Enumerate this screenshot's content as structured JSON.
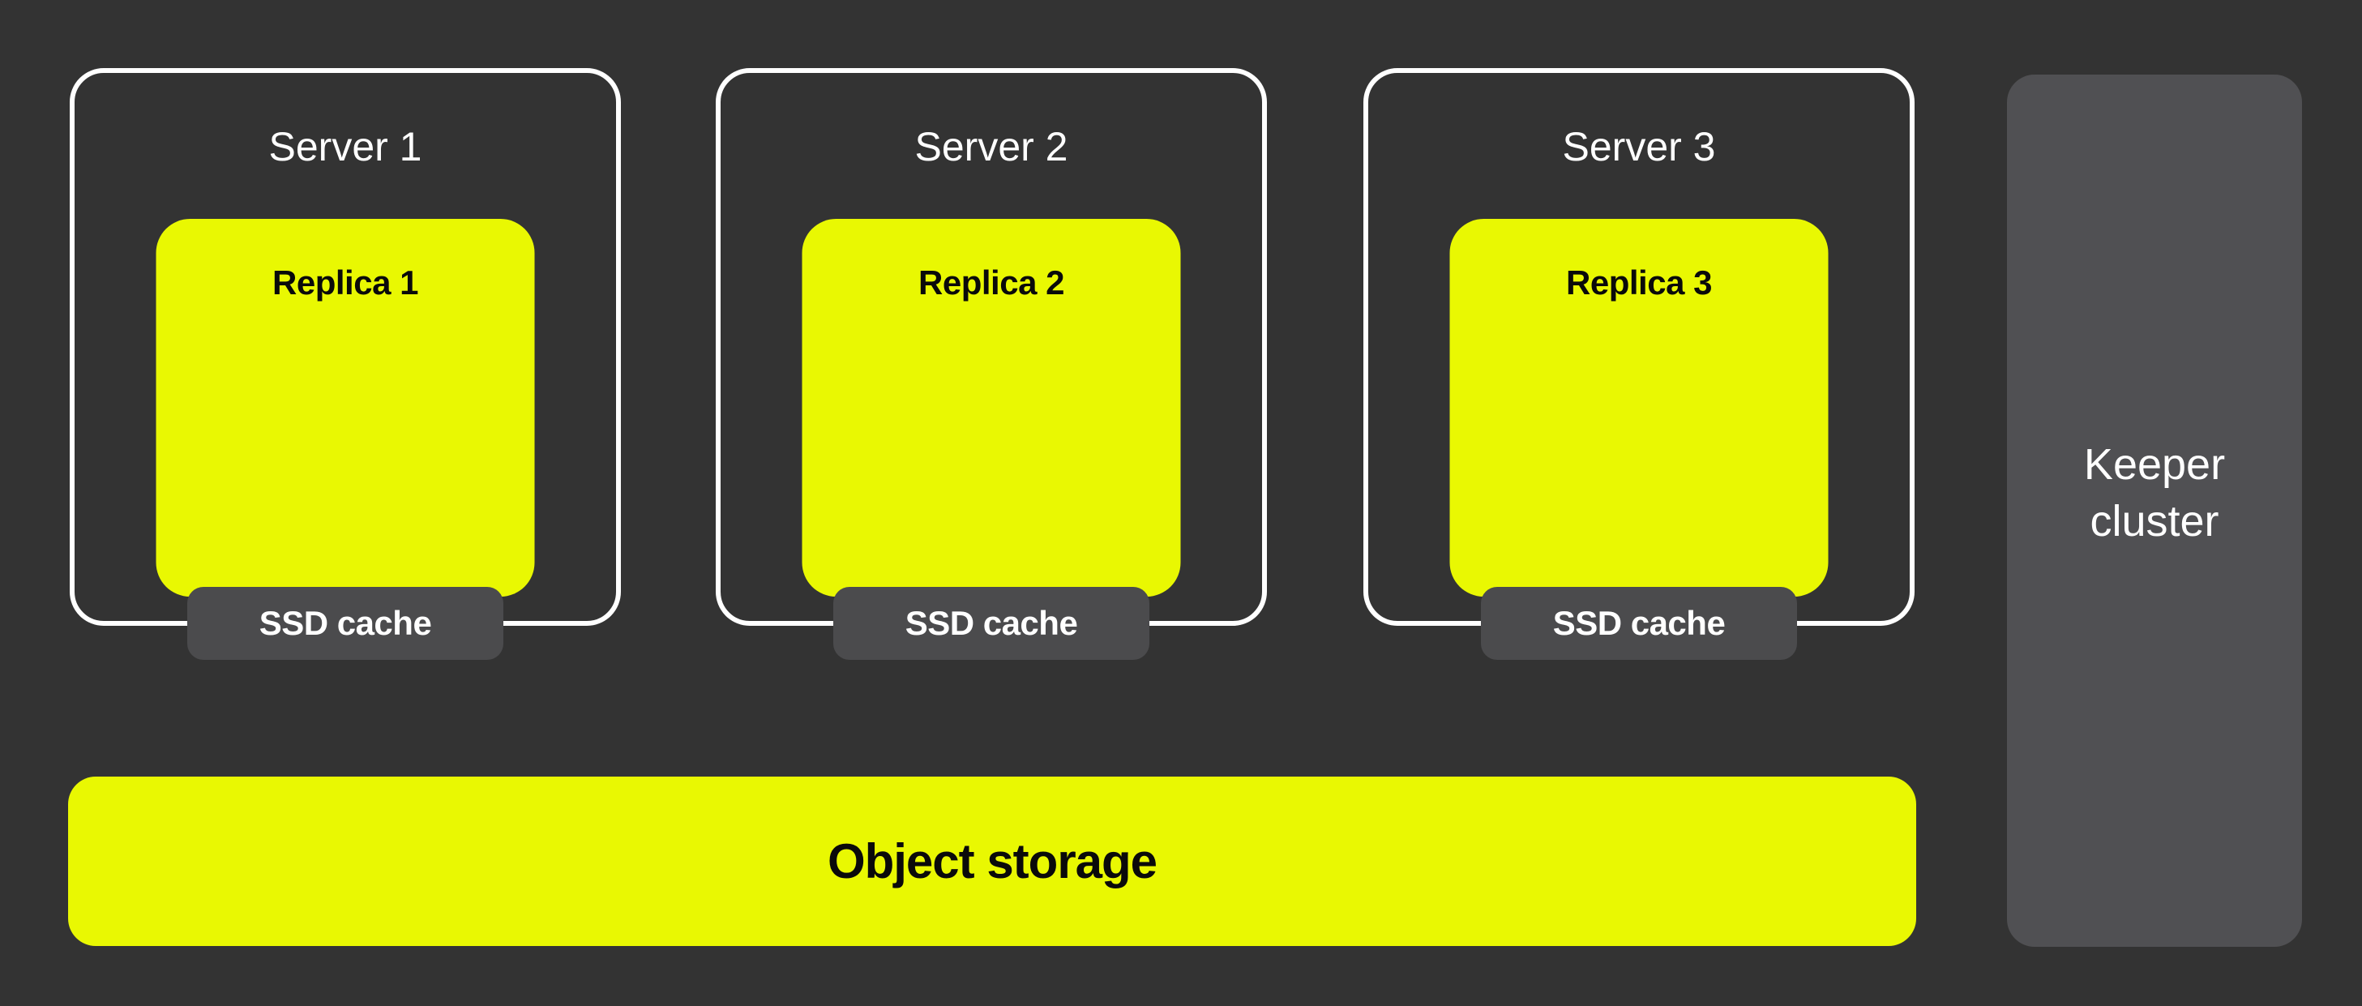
{
  "servers": [
    {
      "label": "Server 1",
      "replica_label": "Replica 1",
      "ssd_label": "SSD cache"
    },
    {
      "label": "Server 2",
      "replica_label": "Replica 2",
      "ssd_label": "SSD cache"
    },
    {
      "label": "Server 3",
      "replica_label": "Replica 3",
      "ssd_label": "SSD cache"
    }
  ],
  "object_storage": {
    "label": "Object storage"
  },
  "keeper_cluster": {
    "label": "Keeper cluster"
  },
  "colors": {
    "background": "#333333",
    "accent_yellow": "#E9F802",
    "ssd_cache_gray": "#4B4B4D",
    "keeper_gray": "#505053",
    "server_border_white": "#FFFFFF",
    "label_black": "#0A0A0A",
    "label_white": "#FFFFFF"
  }
}
